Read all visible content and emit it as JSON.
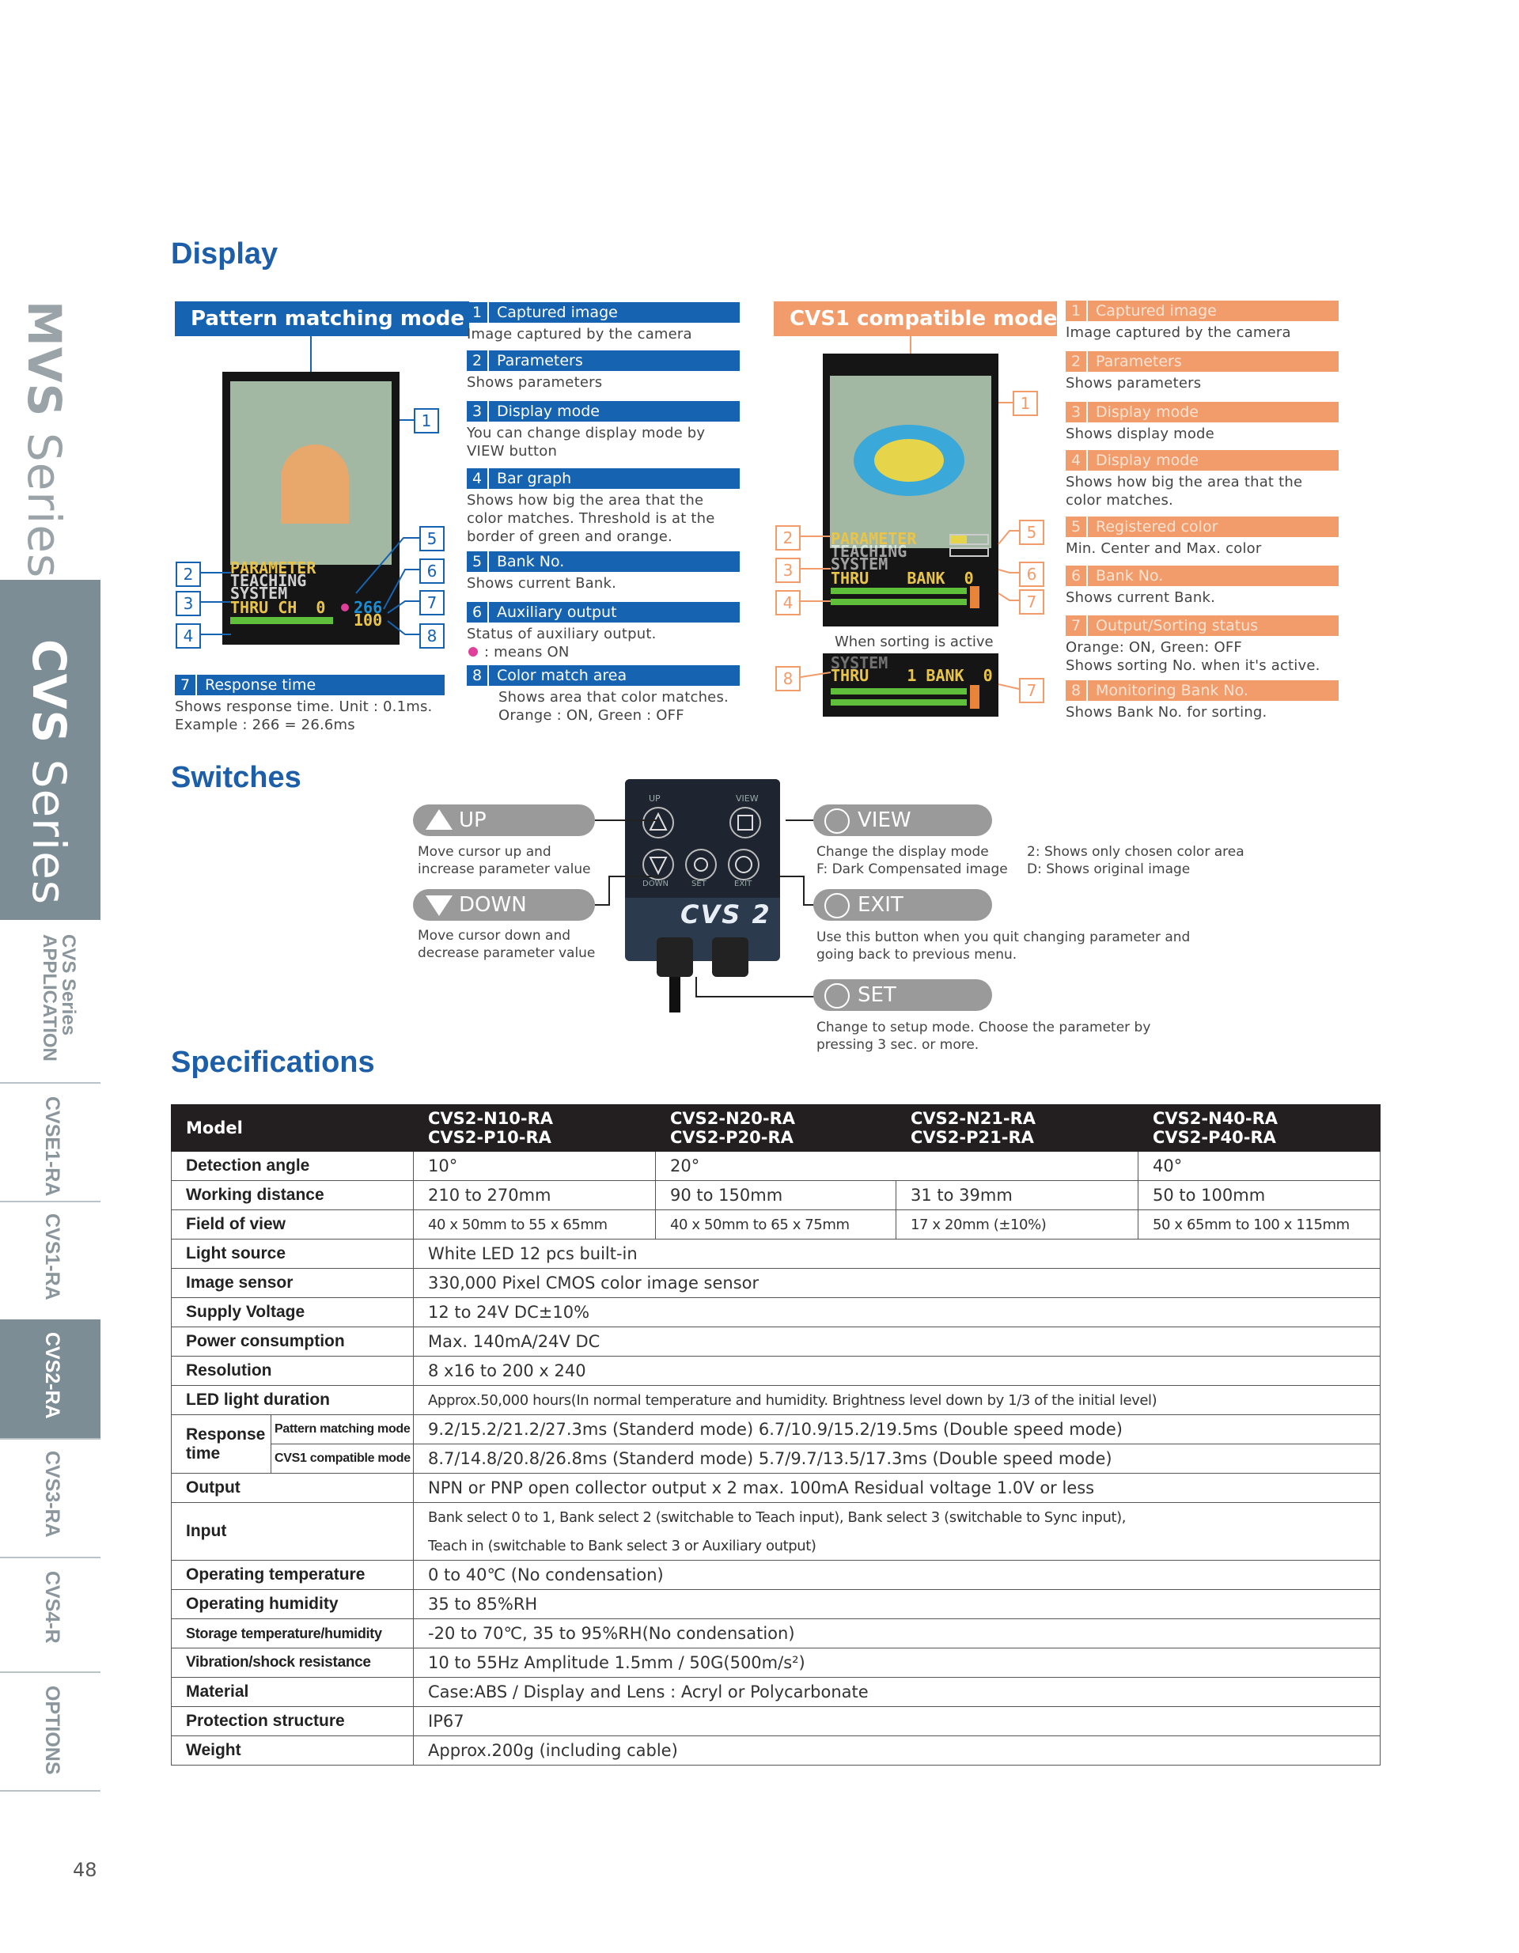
{
  "sidebar": {
    "mvs_bold": "MVS",
    "mvs_rest": " Series",
    "cvs_bold": "CVS",
    "cvs_rest": " Series",
    "tabs": [
      "CVS Series APPLICATION",
      "CVSE1-RA",
      "CVS1-RA",
      "CVS2-RA",
      "CVS3-RA",
      "CVS4-R",
      "OPTIONS"
    ],
    "tab_app_line1": "CVS Series",
    "tab_app_line2": "APPLICATION",
    "active_tab": "CVS2-RA"
  },
  "page_number": "48",
  "display": {
    "heading": "Display",
    "pattern": {
      "title": "Pattern matching mode",
      "lcd_lines": [
        "PARAMETER",
        "TEACHING",
        "SYSTEM",
        "THRU CH  0",
        "266",
        "100"
      ],
      "callouts": [
        "1",
        "2",
        "3",
        "4",
        "5",
        "6",
        "7",
        "8"
      ],
      "items": [
        {
          "num": "1",
          "title": "Captured image",
          "desc": "Image captured by the camera"
        },
        {
          "num": "2",
          "title": "Parameters",
          "desc": "Shows parameters"
        },
        {
          "num": "3",
          "title": "Display mode",
          "desc": "You can change display mode by VIEW button"
        },
        {
          "num": "4",
          "title": "Bar graph",
          "desc": "Shows how big the area that the color matches. Threshold is at the border of green and orange."
        },
        {
          "num": "5",
          "title": "Bank No.",
          "desc": "Shows current Bank."
        },
        {
          "num": "6",
          "title": "Auxiliary output",
          "desc": "Status of auxiliary output."
        },
        {
          "num": "7",
          "title": "Response time",
          "desc": "Shows response time. Unit : 0.1ms.",
          "desc2": "Example : 266 = 26.6ms"
        },
        {
          "num": "8",
          "title": "Color match area",
          "desc": "Shows area that color matches.",
          "desc2": "Orange : ON, Green : OFF"
        }
      ],
      "aux_note": ": means ON"
    },
    "cvs1": {
      "title": "CVS1 compatible mode",
      "lcd_lines": [
        "PARAMETER",
        "TEACHING",
        "SYSTEM",
        "THRU    BANK  0"
      ],
      "sorting_caption": "When sorting is active",
      "sorting_lcd": "THRU    1 BANK  0",
      "callouts": [
        "1",
        "2",
        "3",
        "4",
        "5",
        "6",
        "7",
        "8",
        "7"
      ],
      "items": [
        {
          "num": "1",
          "title": "Captured image",
          "desc": "Image captured by the camera"
        },
        {
          "num": "2",
          "title": "Parameters",
          "desc": "Shows parameters"
        },
        {
          "num": "3",
          "title": "Display mode",
          "desc": "Shows display mode"
        },
        {
          "num": "4",
          "title": "Display mode",
          "desc": "Shows how big the area that the color matches."
        },
        {
          "num": "5",
          "title": "Registered color",
          "desc": "Min. Center and Max. color"
        },
        {
          "num": "6",
          "title": "Bank No.",
          "desc": "Shows current Bank."
        },
        {
          "num": "7",
          "title": "Output/Sorting status",
          "desc": "Orange: ON, Green: OFF",
          "desc2": "Shows sorting No. when it's active."
        },
        {
          "num": "8",
          "title": "Monitoring Bank No.",
          "desc": "Shows Bank No. for sorting."
        }
      ]
    }
  },
  "switches": {
    "heading": "Switches",
    "up": {
      "label": "UP",
      "desc1": "Move cursor up and",
      "desc2": "increase parameter value"
    },
    "down": {
      "label": "DOWN",
      "desc1": "Move cursor down and",
      "desc2": "decrease parameter value"
    },
    "view": {
      "label": "VIEW",
      "desc1": "Change the display mode",
      "desc2": "F: Dark Compensated image",
      "desc3": "2: Shows only chosen color area",
      "desc4": "D: Shows original image"
    },
    "exit": {
      "label": "EXIT",
      "desc1": "Use this button when you quit changing parameter and",
      "desc2": "going back to previous menu."
    },
    "set": {
      "label": "SET",
      "desc1": "Change to setup mode. Choose the parameter by",
      "desc2": "pressing 3 sec. or more."
    },
    "device": {
      "brand": "CVS 2",
      "btn_up": "UP",
      "btn_view": "VIEW",
      "btn_down": "DOWN",
      "btn_set": "SET",
      "btn_exit": "EXIT"
    }
  },
  "specs": {
    "heading": "Specifications",
    "header": {
      "label": "Model",
      "models": [
        [
          "CVS2-N10-RA",
          "CVS2-P10-RA"
        ],
        [
          "CVS2-N20-RA",
          "CVS2-P20-RA"
        ],
        [
          "CVS2-N21-RA",
          "CVS2-P21-RA"
        ],
        [
          "CVS2-N40-RA",
          "CVS2-P40-RA"
        ]
      ]
    },
    "detection_angle": {
      "label": "Detection angle",
      "v1": "10°",
      "v2": "20°",
      "v3": "40°"
    },
    "working_distance": {
      "label": "Working distance",
      "v1": "210 to 270mm",
      "v2": "90 to 150mm",
      "v3": "31 to 39mm",
      "v4": "50 to 100mm"
    },
    "field_of_view": {
      "label": "Field of view",
      "v1": "40 x 50mm to 55 x 65mm",
      "v2": "40 x 50mm to 65 x 75mm",
      "v3": "17 x 20mm (±10%)",
      "v4": "50 x 65mm to 100 x 115mm"
    },
    "light_source": {
      "label": "Light source",
      "value": "White LED 12 pcs built-in"
    },
    "image_sensor": {
      "label": "Image sensor",
      "value": "330,000 Pixel CMOS color image sensor"
    },
    "supply_voltage": {
      "label": "Supply Voltage",
      "value": "12 to 24V DC±10%"
    },
    "power": {
      "label": "Power consumption",
      "value": "Max. 140mA/24V DC"
    },
    "resolution": {
      "label": "Resolution",
      "value": "8 x16 to 200 x 240"
    },
    "led_duration": {
      "label": "LED light duration",
      "value": "Approx.50,000 hours(In normal temperature and humidity. Brightness level down by 1/3 of the initial level)"
    },
    "response": {
      "label": "Response time",
      "pattern_label": "Pattern matching mode",
      "pattern_value": "9.2/15.2/21.2/27.3ms (Standerd mode) 6.7/10.9/15.2/19.5ms (Double speed mode)",
      "cvs1_label": "CVS1 compatible mode",
      "cvs1_value": "8.7/14.8/20.8/26.8ms (Standerd mode) 5.7/9.7/13.5/17.3ms (Double speed mode)"
    },
    "output": {
      "label": "Output",
      "value": "NPN or PNP open collector output x 2  max. 100mA Residual voltage 1.0V or less"
    },
    "input": {
      "label": "Input",
      "line1": "Bank select 0 to 1, Bank select 2 (switchable to Teach input), Bank select 3 (switchable to Sync input),",
      "line2": "Teach in (switchable to Bank select 3 or Auxiliary output)"
    },
    "op_temp": {
      "label": "Operating temperature",
      "value": "0 to 40℃ (No condensation)"
    },
    "op_humidity": {
      "label": "Operating humidity",
      "value": "35 to 85%RH"
    },
    "storage": {
      "label": "Storage temperature/humidity",
      "value": "-20 to 70℃, 35 to 95%RH(No condensation)"
    },
    "vibration": {
      "label": "Vibration/shock resistance",
      "value": "10 to 55Hz Amplitude 1.5mm / 50G(500m/s²)"
    },
    "material": {
      "label": "Material",
      "value": "Case:ABS / Display and Lens : Acryl or Polycarbonate"
    },
    "protection": {
      "label": "Protection structure",
      "value": "IP67"
    },
    "weight": {
      "label": "Weight",
      "value": "Approx.200g (including cable)"
    }
  },
  "colors": {
    "heading_blue": "#1d5ea8",
    "pattern_blue": "#1663b1",
    "cvs1_orange": "#f39c6b",
    "sidebar_gray": "#7d8d95",
    "table_header": "#231f20",
    "aux_dot": "#e0409a"
  }
}
